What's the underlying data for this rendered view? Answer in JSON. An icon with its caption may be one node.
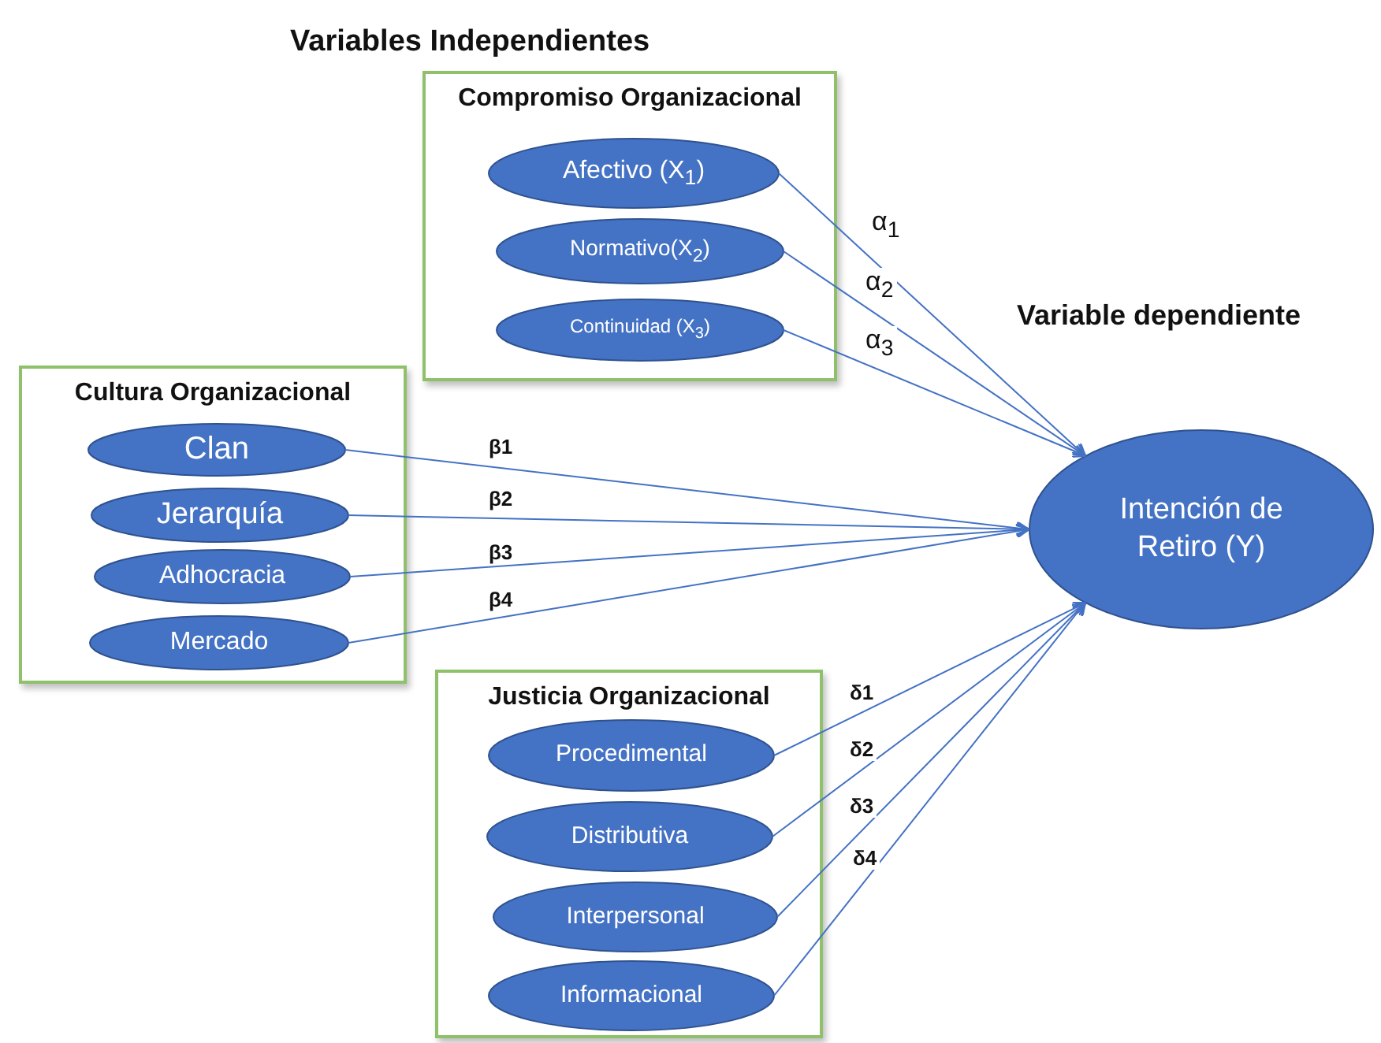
{
  "diagram": {
    "nodes": [
      {
        "text": [
          "Compromiso Organizacional"
        ]
      },
      {
        "text": [
          "Afectivo (X$_{1}$)"
        ],
        "in": 0
      },
      {
        "text": [
          "Normativo(X$_{2}$)"
        ],
        "in": 0
      },
      {
        "text": [
          "Continuidad (X$_{3}$)"
        ],
        "in": 0
      },
      {
        "text": [
          "Cultura Organizacional"
        ]
      },
      {
        "text": [
          "Clan"
        ],
        "in": 4
      },
      {
        "text": [
          "Jerarquía"
        ],
        "in": 4
      },
      {
        "text": [
          "Adhocracia"
        ],
        "in": 4
      },
      {
        "text": [
          "Mercado"
        ],
        "in": 4
      },
      {
        "text": [
          "Justicia Organizacional"
        ]
      },
      {
        "text": [
          "Procedimental"
        ],
        "in": 9
      },
      {
        "text": [
          "Distributiva"
        ],
        "in": 9
      },
      {
        "text": [
          "Interpersonal"
        ],
        "in": 9
      },
      {
        "text": [
          "Informacional"
        ],
        "in": 9
      },
      {
        "text": [
          "Intención de Retiro (Y)"
        ]
      }
    ],
    "edges": [
      {
        "from": 1,
        "to": 14,
        "arrow": "to",
        "label": "α$_{1}$"
      },
      {
        "from": 2,
        "to": 14,
        "arrow": "to",
        "label": "α$_{2}$"
      },
      {
        "from": 3,
        "to": 14,
        "arrow": "to",
        "label": "α$_{3}$"
      },
      {
        "from": 5,
        "to": 14,
        "arrow": "to",
        "label": "β1"
      },
      {
        "from": 6,
        "to": 14,
        "arrow": "to",
        "label": "β2"
      },
      {
        "from": 7,
        "to": 14,
        "arrow": "to",
        "label": "β3"
      },
      {
        "from": 8,
        "to": 14,
        "arrow": "to",
        "label": "β4"
      },
      {
        "from": 10,
        "to": 14,
        "arrow": "to",
        "label": "δ1"
      },
      {
        "from": 11,
        "to": 14,
        "arrow": "to",
        "label": "δ2"
      },
      {
        "from": 12,
        "to": 14,
        "arrow": "to",
        "label": "δ3"
      },
      {
        "from": 13,
        "to": 14,
        "arrow": "to",
        "label": "δ4"
      }
    ],
    "labels": [
      "Variables Independientes",
      "Variable dependiente"
    ]
  }
}
